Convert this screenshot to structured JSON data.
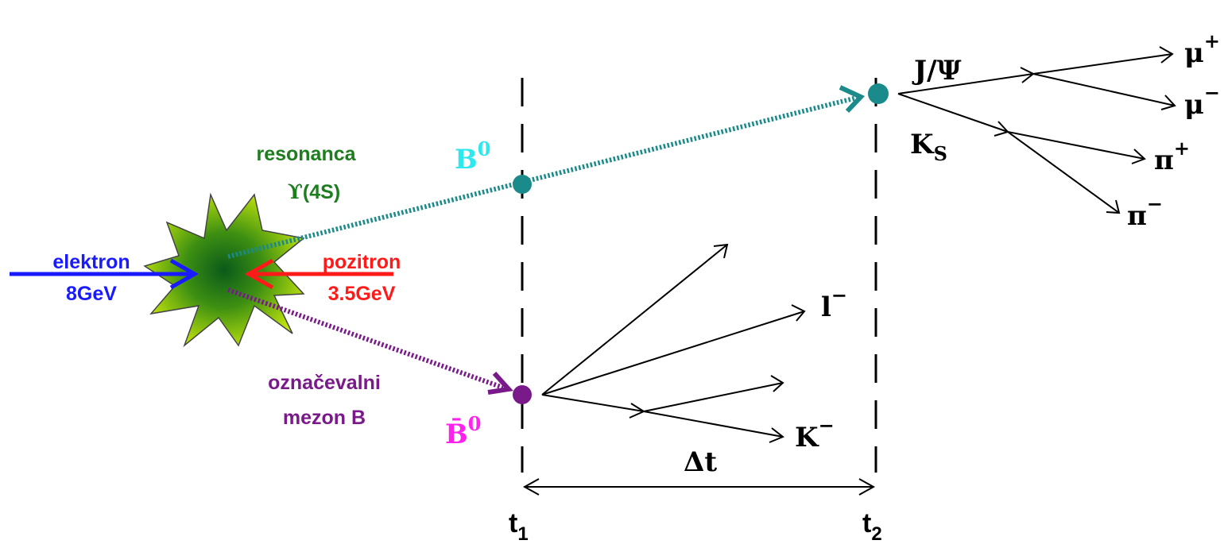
{
  "colors": {
    "electron": "#1a1aff",
    "positron": "#ff1a1a",
    "resonance": "#1e7d1e",
    "b0": "#2ee8ee",
    "b0_track": "#1a8a8a",
    "b0bar": "#ff22ee",
    "tag_track": "#7a1a8a",
    "star_outer": "#b8e00a",
    "star_inner": "#1a6a1a"
  },
  "beams": {
    "electron": {
      "name": "elektron",
      "energy": "8GeV"
    },
    "positron": {
      "name": "pozitron",
      "energy": "3.5GeV"
    }
  },
  "resonance": {
    "line1": "resonanca",
    "line2_prefix": "ϒ",
    "line2_suffix": "(4S)"
  },
  "tag_meson": {
    "line1": "označevalni",
    "line2": "mezon B"
  },
  "b0": {
    "symbol": "B",
    "superscript": "0"
  },
  "b0bar": {
    "symbol": "B̄",
    "superscript": "0"
  },
  "decay_b0": {
    "jpsi": "J/Ψ",
    "ks_main": "K",
    "ks_sub": "S",
    "mu_plus": "μ",
    "mu_plus_sup": "+",
    "mu_minus": "μ",
    "mu_minus_sup": "−",
    "pi_plus": "π",
    "pi_plus_sup": "+",
    "pi_minus": "π",
    "pi_minus_sup": "−"
  },
  "decay_b0bar": {
    "lepton": "l",
    "lepton_sup": "−",
    "kaon": "K",
    "kaon_sup": "−"
  },
  "time": {
    "t1_main": "t",
    "t1_sub": "1",
    "t2_main": "t",
    "t2_sub": "2",
    "delta": "Δt"
  }
}
